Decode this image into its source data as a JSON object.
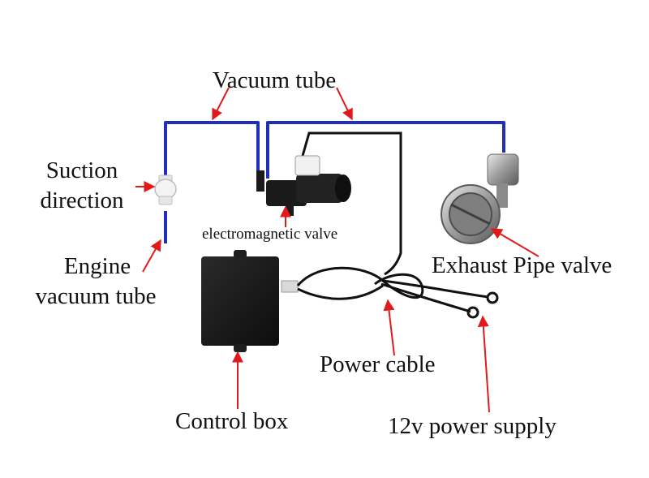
{
  "labels": {
    "vacuum_tube": "Vacuum tube",
    "suction_line1": "Suction",
    "suction_line2": "direction",
    "electromagnetic_valve": "electromagnetic valve",
    "engine_line1": "Engine",
    "engine_line2": "vacuum tube",
    "exhaust_valve": "Exhaust Pipe valve",
    "power_cable": "Power cable",
    "control_box": "Control box",
    "power_supply": "12v power supply"
  },
  "colors": {
    "vacuum_tube": "#1f2fb8",
    "arrow": "#e01a1a",
    "cable": "#111111",
    "control_box": "#1c1c1c",
    "valve_metal": "#9a9a9a"
  }
}
